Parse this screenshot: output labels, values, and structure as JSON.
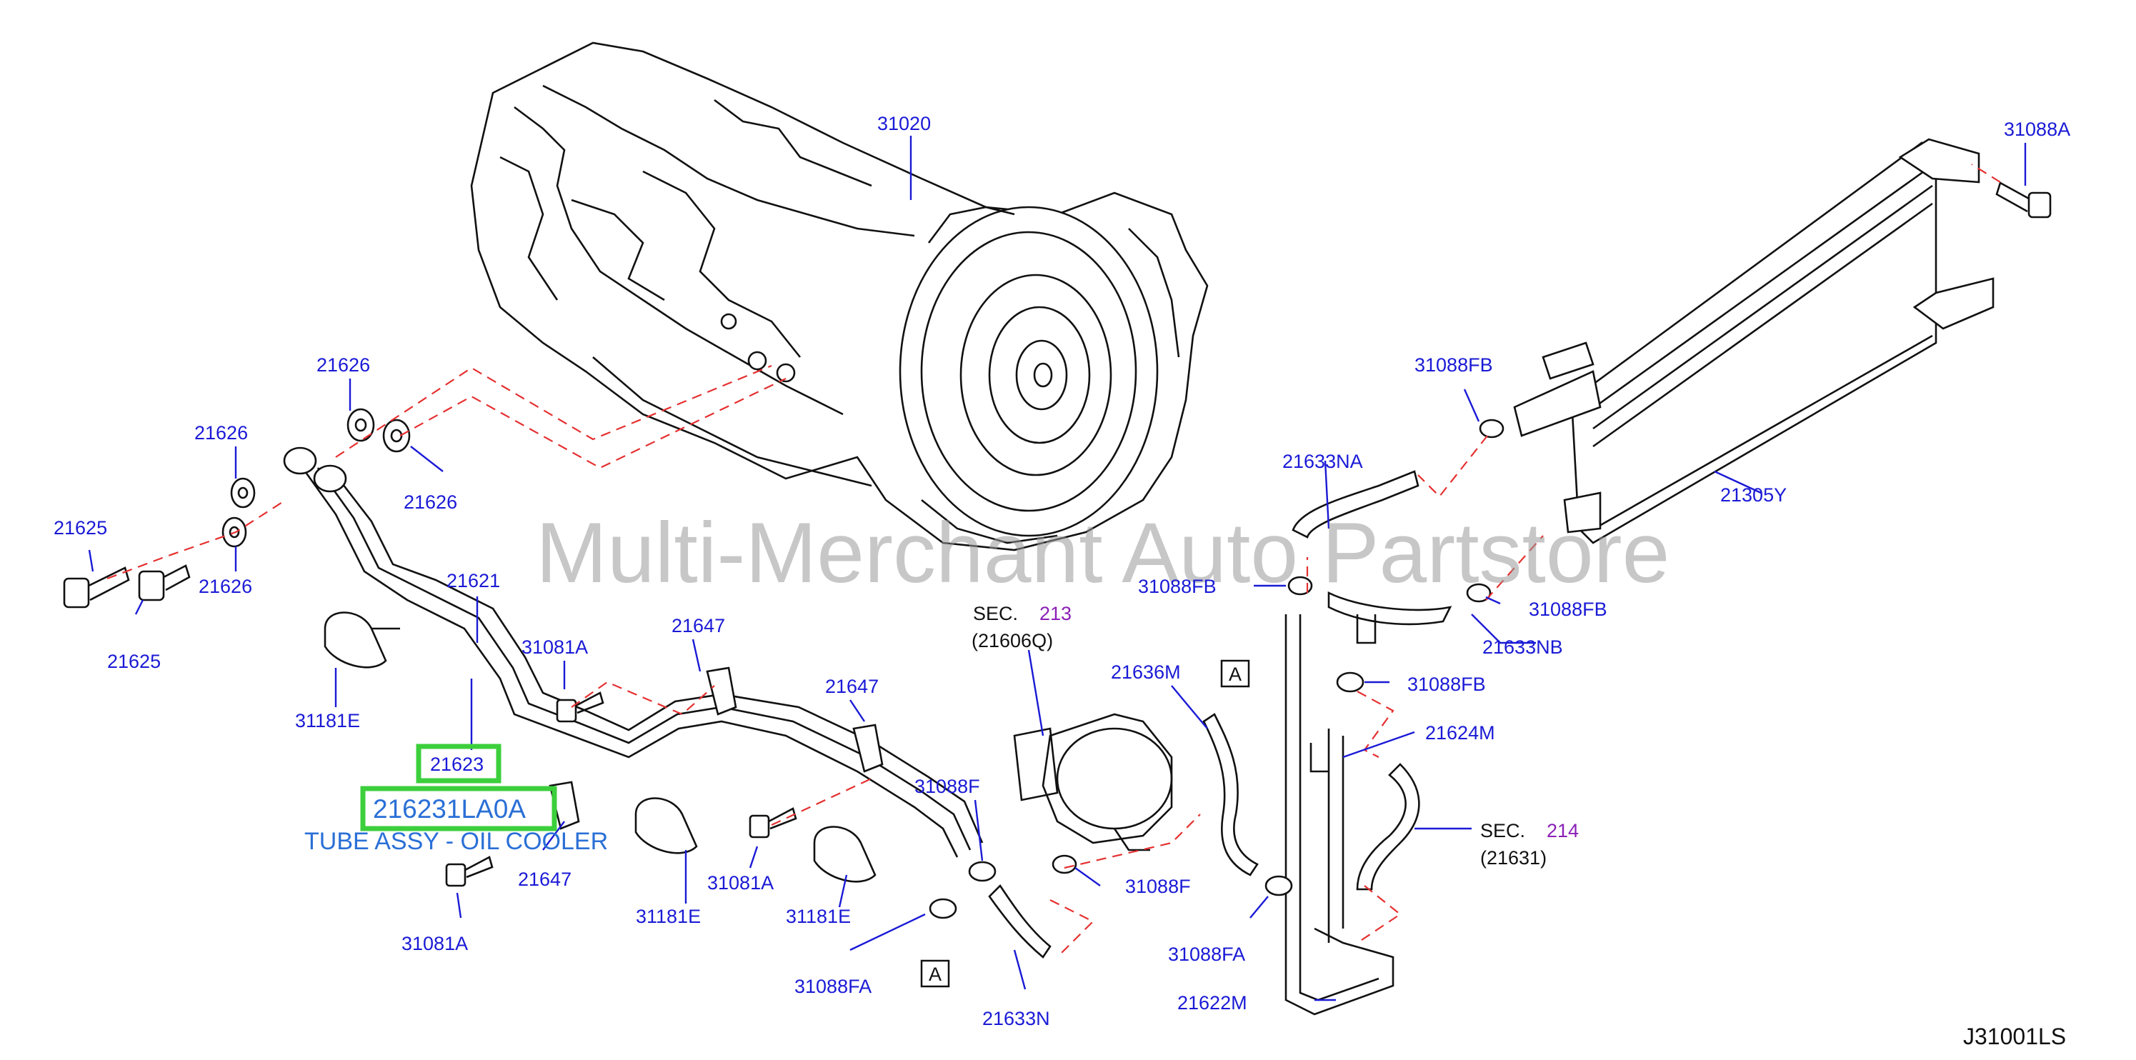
{
  "diagram_code": "J31001LS",
  "watermark": "Multi-Merchant Auto Partstore",
  "highlight": {
    "part_no": "21623",
    "full_part_no": "216231LA0A",
    "description": "TUBE ASSY - OIL COOLER"
  },
  "callouts": {
    "p31020": "31020",
    "p31088A": "31088A",
    "p21626a": "21626",
    "p21626b": "21626",
    "p21626c": "21626",
    "p21626d": "21626",
    "p21625a": "21625",
    "p21625b": "21625",
    "p21621": "21621",
    "p31181Ea": "31181E",
    "p31181Eb": "31181E",
    "p31181Ec": "31181E",
    "p31081Aa": "31081A",
    "p31081Ab": "31081A",
    "p31081Ac": "31081A",
    "p21647a": "21647",
    "p21647b": "21647",
    "p21647c": "21647",
    "p31088Fa": "31088F",
    "p31088Fb": "31088F",
    "p31088FAa": "31088FA",
    "p31088FAb": "31088FA",
    "p21633N": "21633N",
    "p21636M": "21636M",
    "p21633NA": "21633NA",
    "p21633NB": "21633NB",
    "p31088FBa": "31088FB",
    "p31088FBb": "31088FB",
    "p31088FBc": "31088FB",
    "p31088FBd": "31088FB",
    "p21305Y": "21305Y",
    "p21624M": "21624M",
    "p21622M": "21622M"
  },
  "sections": {
    "sec213_label": "SEC.",
    "sec213_num": "213",
    "sec213_ref": "(21606Q)",
    "sec214_label": "SEC.",
    "sec214_num": "214",
    "sec214_ref": "(21631)"
  },
  "connectors": {
    "a1": "A",
    "a2": "A"
  }
}
